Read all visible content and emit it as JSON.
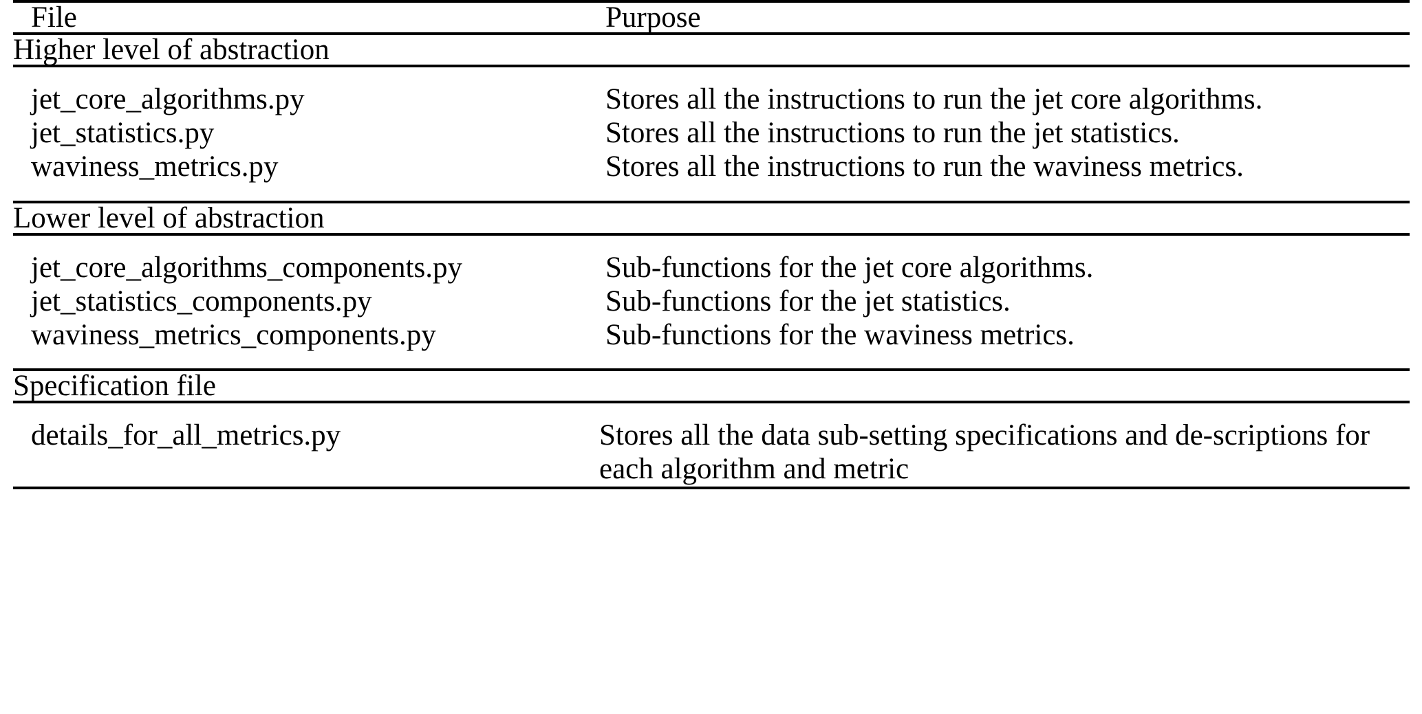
{
  "table": {
    "columns": [
      {
        "key": "file",
        "header": "File"
      },
      {
        "key": "purpose",
        "header": "Purpose"
      }
    ],
    "groups": [
      {
        "heading": "Higher level of abstraction",
        "rows": [
          {
            "file": "jet_core_algorithms.py",
            "purpose": "Stores all the instructions to run the jet core algorithms."
          },
          {
            "file": "jet_statistics.py",
            "purpose": "Stores all the instructions to run the jet statistics."
          },
          {
            "file": "waviness_metrics.py",
            "purpose": "Stores all the instructions to run the waviness metrics."
          }
        ]
      },
      {
        "heading": "Lower level of abstraction",
        "rows": [
          {
            "file": "jet_core_algorithms_components.py",
            "purpose": "Sub-functions for the jet core algorithms."
          },
          {
            "file": "jet_statistics_components.py",
            "purpose": "Sub-functions for the jet statistics."
          },
          {
            "file": "waviness_metrics_components.py",
            "purpose": "Sub-functions for the waviness metrics."
          }
        ]
      },
      {
        "heading": "Specification file",
        "rows": [
          {
            "file": "details_for_all_metrics.py",
            "purpose": "Stores all the data sub-setting specifications and de-scriptions for each algorithm and metric"
          }
        ]
      }
    ]
  },
  "style": {
    "rule_color": "#000000",
    "text_color": "#000000",
    "background": "#ffffff"
  }
}
